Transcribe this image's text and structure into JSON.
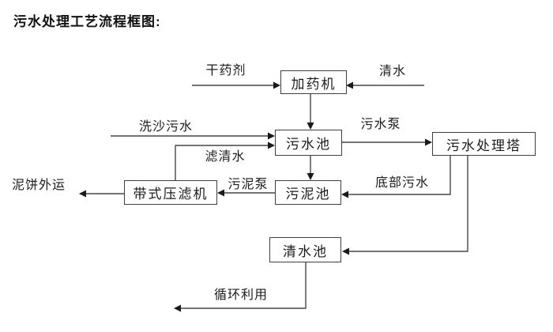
{
  "title": "污水处理工艺流程框图:",
  "colors": {
    "background": "#ffffff",
    "line": "#474747",
    "arrowhead": "#1a1a1a",
    "box_border": "#3f3f3f",
    "text": "#1c1c1c"
  },
  "nodes": {
    "dosing": {
      "label": "加药机"
    },
    "sewage_pool": {
      "label": "污水池"
    },
    "treatment_tower": {
      "label": "污水处理塔"
    },
    "belt_press": {
      "label": "带式压滤机"
    },
    "sludge_pool": {
      "label": "污泥池"
    },
    "clean_pool": {
      "label": "清水池"
    }
  },
  "edges": [
    {
      "label": "干药剂",
      "from": "external",
      "to": "加药机"
    },
    {
      "label": "清水",
      "from": "external",
      "to": "加药机"
    },
    {
      "label": "",
      "from": "加药机",
      "to": "污水池"
    },
    {
      "label": "洗沙污水",
      "from": "external",
      "to": "污水池"
    },
    {
      "label": "滤清水",
      "from": "带式压滤机",
      "to": "污水池"
    },
    {
      "label": "污水泵",
      "from": "污水池",
      "to": "污水处理塔"
    },
    {
      "label": "",
      "from": "污水池",
      "to": "污泥池"
    },
    {
      "label": "污泥泵",
      "from": "污泥池",
      "to": "带式压滤机"
    },
    {
      "label": "泥饼外运",
      "from": "带式压滤机",
      "to": "external"
    },
    {
      "label": "底部污水",
      "from": "污水处理塔",
      "to": "污泥池"
    },
    {
      "label": "",
      "from": "污水处理塔",
      "to": "清水池"
    },
    {
      "label": "循环利用",
      "from": "清水池",
      "to": "external"
    }
  ]
}
